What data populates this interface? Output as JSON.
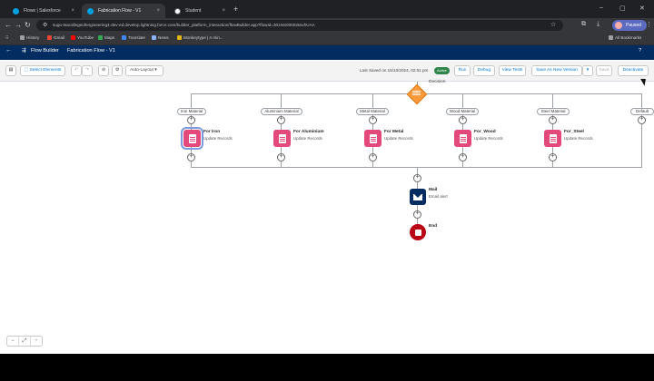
{
  "browser": {
    "tabs": [
      {
        "label": "Flows | Salesforce",
        "active": false
      },
      {
        "label": "Fabrication Flow - V1",
        "active": true
      },
      {
        "label": "Student",
        "active": false
      }
    ],
    "new_tab": "+",
    "url": "sugo-tsacollegeofengineering4-dev-ed.develop.lightning.force.com/builder_platform_interaction/flowBuilder.app?flowId=301NS00003ssvhUAA",
    "profile_label": "Paused",
    "bookmarks": [
      "History",
      "Gmail",
      "YouTube",
      "Maps",
      "Translate",
      "News",
      "Monkeytype | A min..."
    ],
    "all_bookmarks": "All Bookmarks"
  },
  "app": {
    "name": "Flow Builder",
    "flow_title": "Fabrication Flow - V1",
    "help": "?"
  },
  "toolbar": {
    "select_elements": "Select Elements",
    "layout": "Auto-Layout",
    "last_saved": "Last Saved on 15/10/2024, 02:51 pm",
    "status": "Active",
    "run": "Run",
    "debug": "Debug",
    "view_tests": "View Tests",
    "save_as_new": "Save As New Version",
    "save": "Save",
    "deactivate": "Deactivate"
  },
  "canvas": {
    "decision_label": "Decision",
    "outcomes": [
      {
        "outcome": "Iron Material",
        "node_title": "For Iron",
        "node_sub": "Update Records",
        "selected": true
      },
      {
        "outcome": "Aluminium Material",
        "node_title": "For Aluminium",
        "node_sub": "Update Records",
        "selected": false
      },
      {
        "outcome": "Metal Material",
        "node_title": "For Metal",
        "node_sub": "Update Records",
        "selected": false
      },
      {
        "outcome": "Wood Material",
        "node_title": "For_Wood",
        "node_sub": "Update Records",
        "selected": false
      },
      {
        "outcome": "Steel Material",
        "node_title": "For_Steel",
        "node_sub": "Update Records",
        "selected": false
      }
    ],
    "default_label": "Default",
    "mail_title": "Mail",
    "mail_sub": "Email alert",
    "end_label": "End"
  },
  "colors": {
    "header": "#032d60",
    "update_records": "#e3497a",
    "decision": "#ff9a3c",
    "end": "#ba0517",
    "active_badge": "#2e844a"
  }
}
